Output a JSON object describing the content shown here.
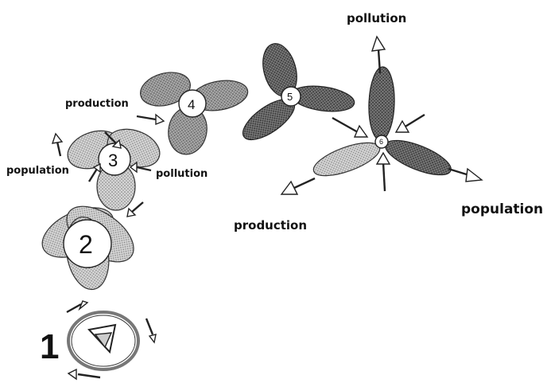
{
  "stages": [
    {
      "number": "1"
    },
    {
      "number": "2"
    },
    {
      "number": "3"
    },
    {
      "number": "4"
    },
    {
      "number": "5"
    },
    {
      "number": "6"
    }
  ],
  "labels": {
    "pollution": "pollution",
    "production": "production",
    "population": "population"
  },
  "colors": {
    "petal_light": "#b8b8b8",
    "petal_mid": "#8f8f8f",
    "petal_dark": "#5a5a5a",
    "ink": "#222222"
  }
}
